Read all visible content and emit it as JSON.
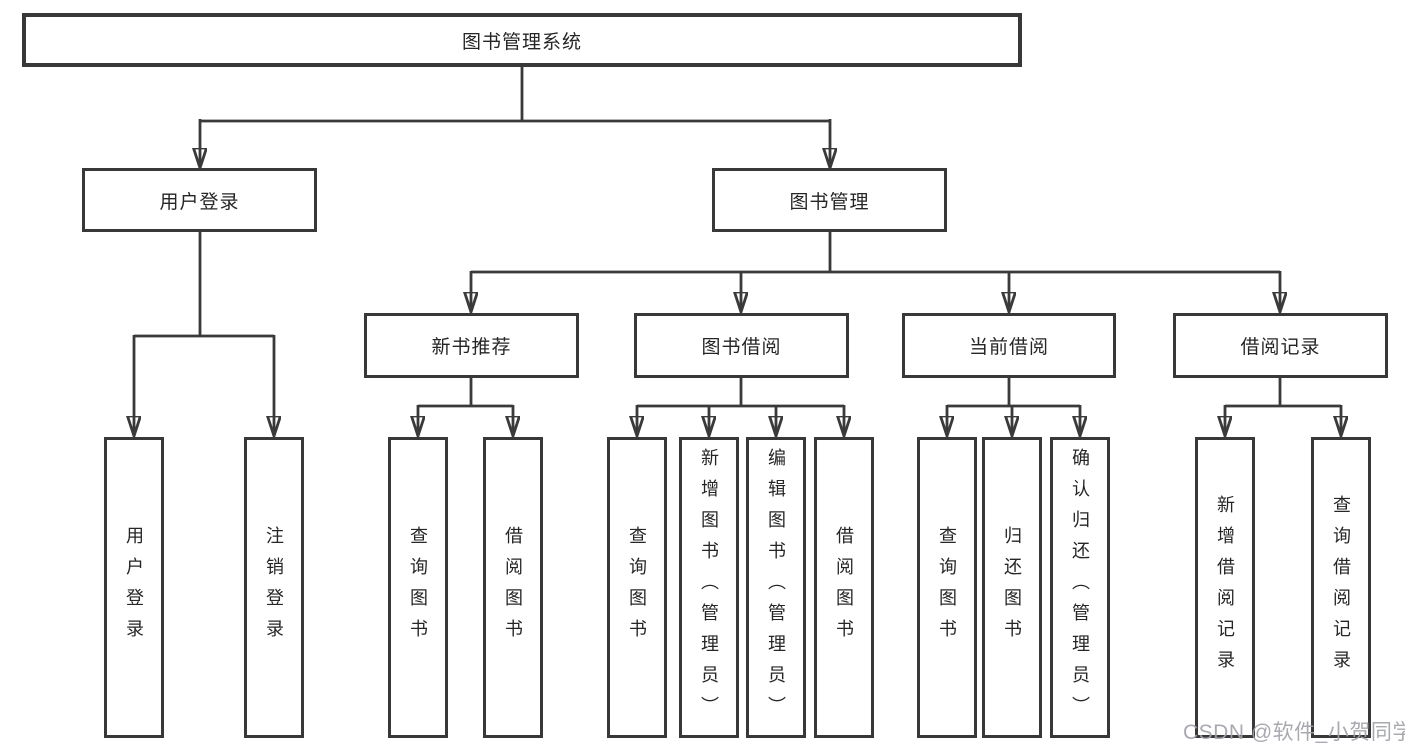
{
  "diagram_title": "图书管理系统",
  "colors": {
    "line": "#3a3a3a",
    "box_border": "#383838",
    "box_bg": "#ffffff",
    "text": "#262626",
    "watermark": "#a2a3ab"
  },
  "tree": {
    "root": {
      "label": "图书管理系统"
    },
    "branches": [
      {
        "label": "用户登录",
        "children": [
          {
            "label": "用户登录"
          },
          {
            "label": "注销登录"
          }
        ]
      },
      {
        "label": "图书管理",
        "groups": [
          {
            "label": "新书推荐",
            "children": [
              {
                "label": "查询图书"
              },
              {
                "label": "借阅图书"
              }
            ]
          },
          {
            "label": "图书借阅",
            "children": [
              {
                "label": "查询图书"
              },
              {
                "label": "新增图书（管理员）"
              },
              {
                "label": "编辑图书（管理员）"
              },
              {
                "label": "借阅图书"
              }
            ]
          },
          {
            "label": "当前借阅",
            "children": [
              {
                "label": "查询图书"
              },
              {
                "label": "归还图书"
              },
              {
                "label": "确认归还（管理员）"
              }
            ]
          },
          {
            "label": "借阅记录",
            "children": [
              {
                "label": "新增借阅记录"
              },
              {
                "label": "查询借阅记录"
              }
            ]
          }
        ]
      }
    ]
  },
  "watermark": {
    "text": "CSDN @软件_小贺同学"
  }
}
